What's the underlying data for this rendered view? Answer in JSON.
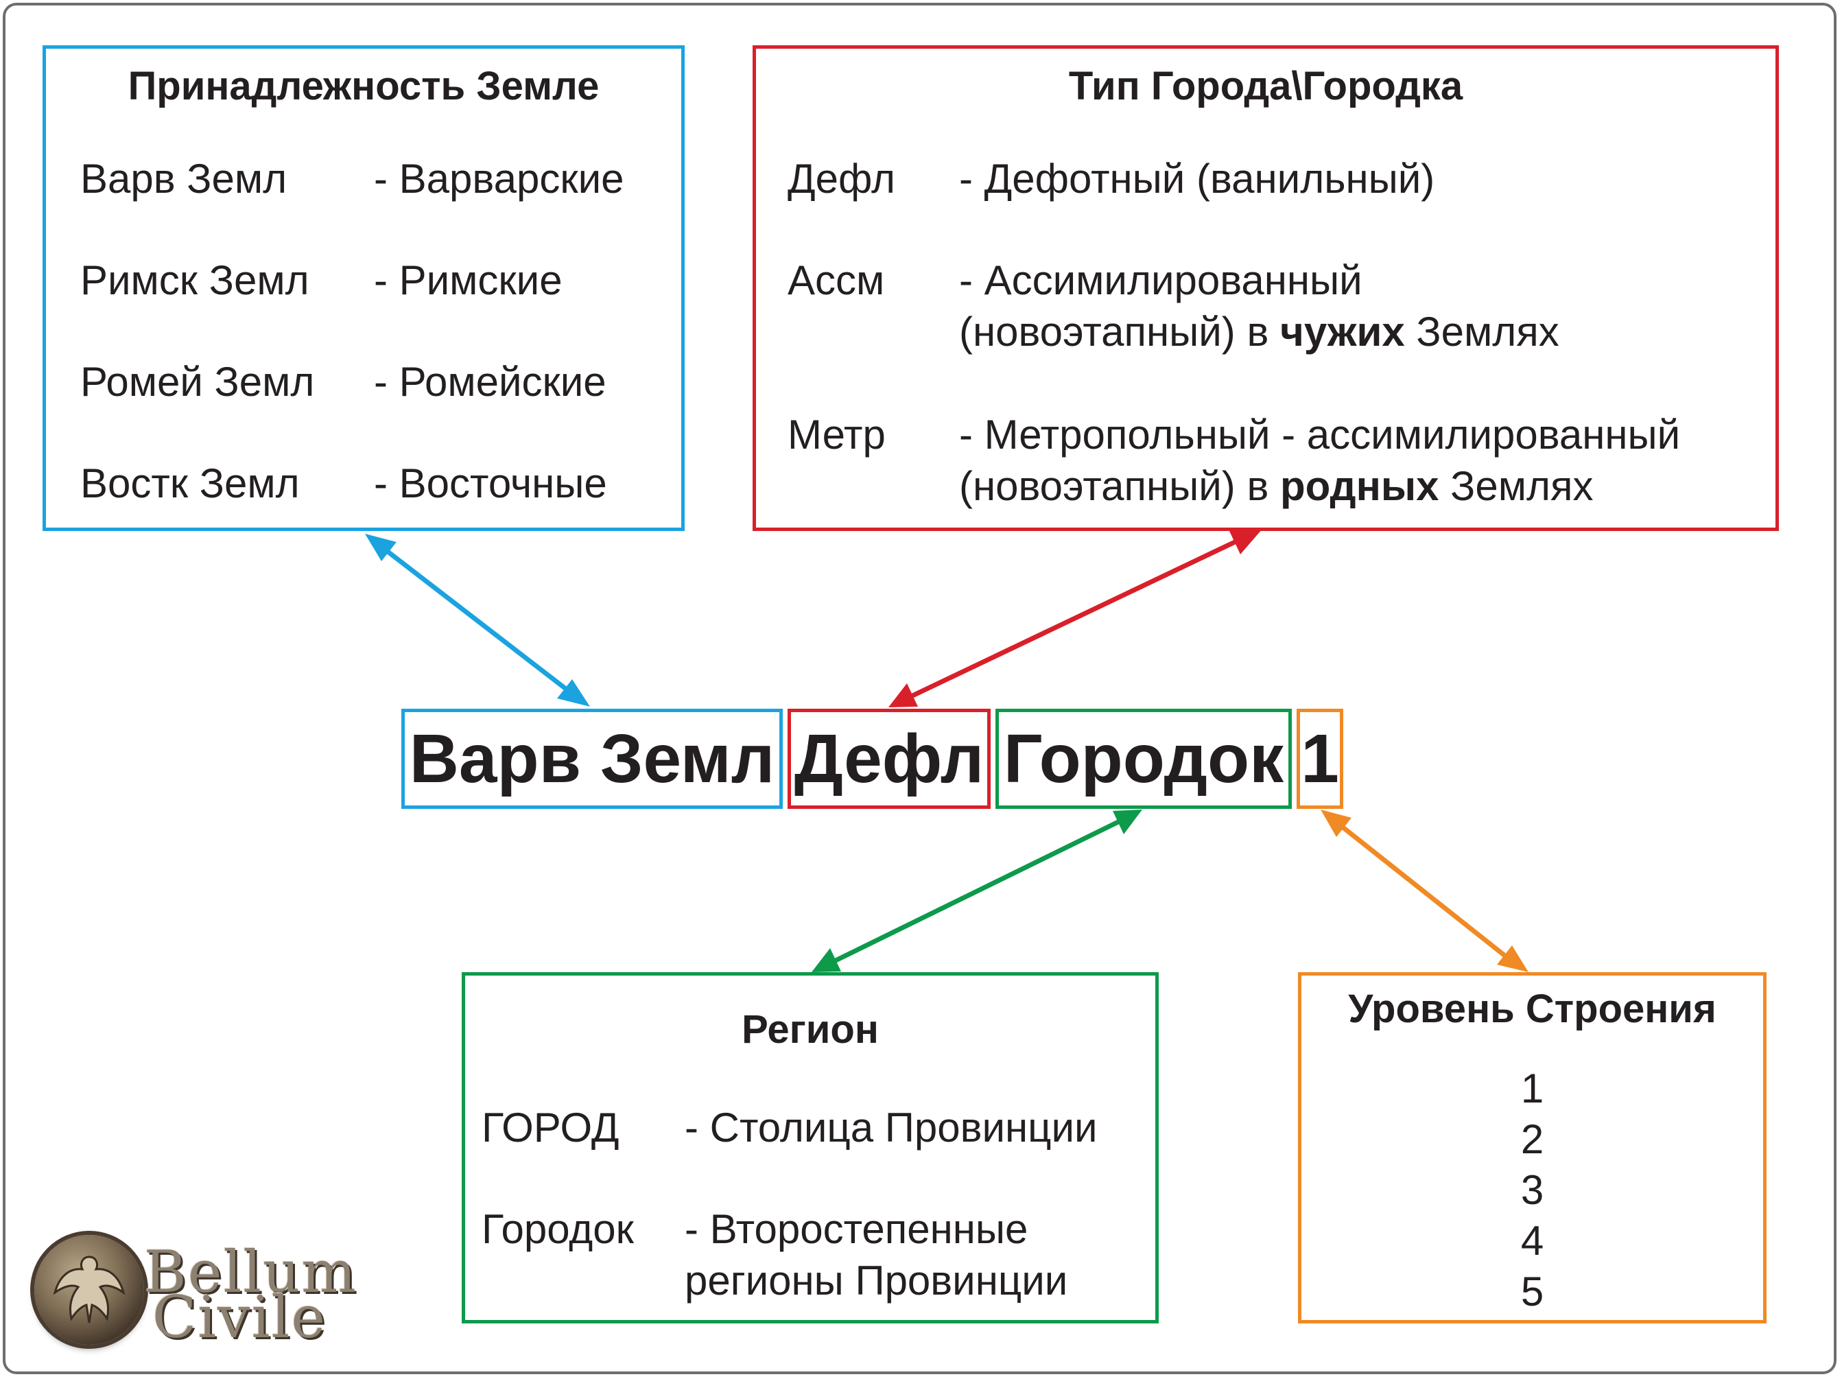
{
  "land_box": {
    "title": "Принадлежность Земле",
    "rows": [
      {
        "code": "Варв Земл",
        "desc": "- Варварские"
      },
      {
        "code": "Римск Земл",
        "desc": "- Римские"
      },
      {
        "code": "Ромей Земл",
        "desc": "- Ромейские"
      },
      {
        "code": "Востк Земл",
        "desc": "- Восточные"
      }
    ]
  },
  "type_box": {
    "title": "Тип Города\\Городка",
    "rows": [
      {
        "code": "Дефл",
        "line1": "- Дефотный (ванильный)"
      },
      {
        "code": "Ассм",
        "line1": "- Ассимилированный",
        "line2_pre": "(новоэтапный) в ",
        "line2_bold": "чужих",
        "line2_post": " Землях"
      },
      {
        "code": "Метр",
        "line1": "- Метропольный - ассимилированный",
        "line2_pre": "(новоэтапный) в ",
        "line2_bold": "родных",
        "line2_post": " Землях"
      }
    ]
  },
  "name_parts": [
    "Варв Земл",
    "Дефл",
    "Городок",
    "1"
  ],
  "region_box": {
    "title": "Регион",
    "rows": [
      {
        "code": "ГОРОД",
        "line1": "- Столица Провинции"
      },
      {
        "code": "Городок",
        "line1": "- Второстепенные",
        "line2": "регионы Провинции"
      }
    ]
  },
  "level_box": {
    "title": "Уровень Строения",
    "levels": [
      "1",
      "2",
      "3",
      "4",
      "5"
    ]
  },
  "logo": {
    "line1": "Bellum",
    "line2": "Civile"
  },
  "colors": {
    "blue": "#1ba3e0",
    "red": "#d9202a",
    "green": "#0d9a4b",
    "orange": "#f08a24"
  }
}
